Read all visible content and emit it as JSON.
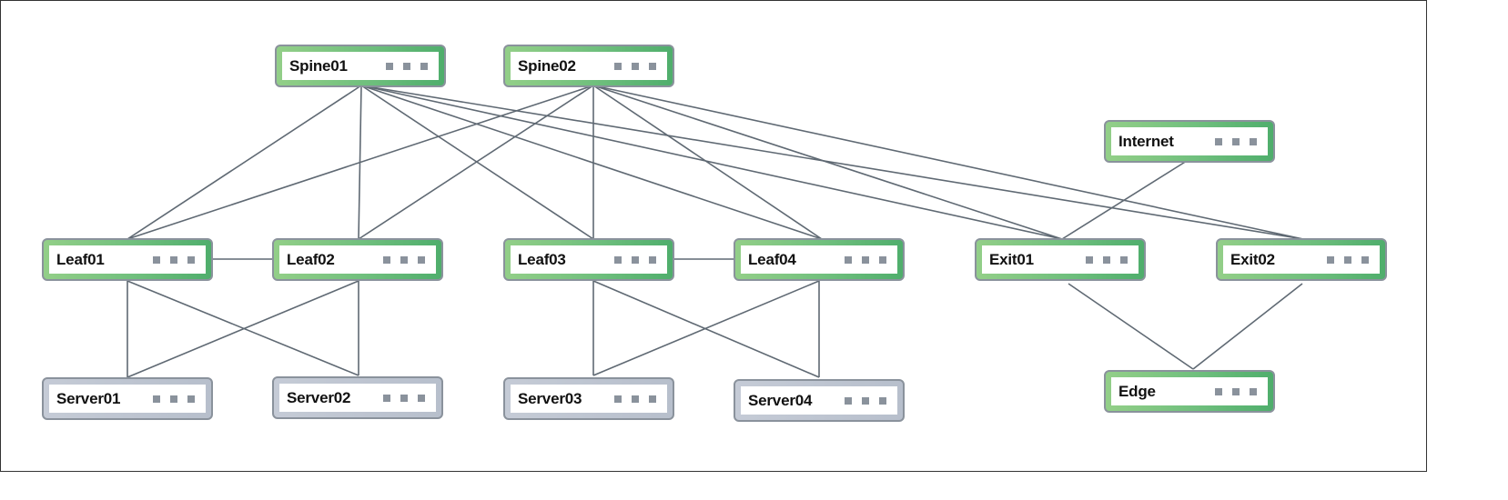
{
  "diagram": {
    "nodes": [
      {
        "id": "spine01",
        "label": "Spine01",
        "kind": "network"
      },
      {
        "id": "spine02",
        "label": "Spine02",
        "kind": "network"
      },
      {
        "id": "internet",
        "label": "Internet",
        "kind": "network"
      },
      {
        "id": "leaf01",
        "label": "Leaf01",
        "kind": "network"
      },
      {
        "id": "leaf02",
        "label": "Leaf02",
        "kind": "network"
      },
      {
        "id": "leaf03",
        "label": "Leaf03",
        "kind": "network"
      },
      {
        "id": "leaf04",
        "label": "Leaf04",
        "kind": "network"
      },
      {
        "id": "exit01",
        "label": "Exit01",
        "kind": "network"
      },
      {
        "id": "exit02",
        "label": "Exit02",
        "kind": "network"
      },
      {
        "id": "server01",
        "label": "Server01",
        "kind": "server"
      },
      {
        "id": "server02",
        "label": "Server02",
        "kind": "server"
      },
      {
        "id": "server03",
        "label": "Server03",
        "kind": "server"
      },
      {
        "id": "server04",
        "label": "Server04",
        "kind": "server"
      },
      {
        "id": "edge",
        "label": "Edge",
        "kind": "network"
      }
    ],
    "links": [
      [
        "spine01",
        "leaf01"
      ],
      [
        "spine01",
        "leaf02"
      ],
      [
        "spine01",
        "leaf03"
      ],
      [
        "spine01",
        "leaf04"
      ],
      [
        "spine01",
        "exit01"
      ],
      [
        "spine01",
        "exit02"
      ],
      [
        "spine02",
        "leaf01"
      ],
      [
        "spine02",
        "leaf02"
      ],
      [
        "spine02",
        "leaf03"
      ],
      [
        "spine02",
        "leaf04"
      ],
      [
        "spine02",
        "exit01"
      ],
      [
        "spine02",
        "exit02"
      ],
      [
        "internet",
        "exit01"
      ],
      [
        "leaf01",
        "leaf02"
      ],
      [
        "leaf03",
        "leaf04"
      ],
      [
        "leaf01",
        "server01"
      ],
      [
        "leaf01",
        "server02"
      ],
      [
        "leaf02",
        "server01"
      ],
      [
        "leaf02",
        "server02"
      ],
      [
        "leaf03",
        "server03"
      ],
      [
        "leaf03",
        "server04"
      ],
      [
        "leaf04",
        "server03"
      ],
      [
        "leaf04",
        "server04"
      ],
      [
        "exit01",
        "edge"
      ],
      [
        "exit02",
        "edge"
      ]
    ],
    "colors": {
      "network_fill": "#6fbf7d",
      "server_fill": "#b7bfcc",
      "border": "#8a929c",
      "link": "#5f6973"
    }
  }
}
